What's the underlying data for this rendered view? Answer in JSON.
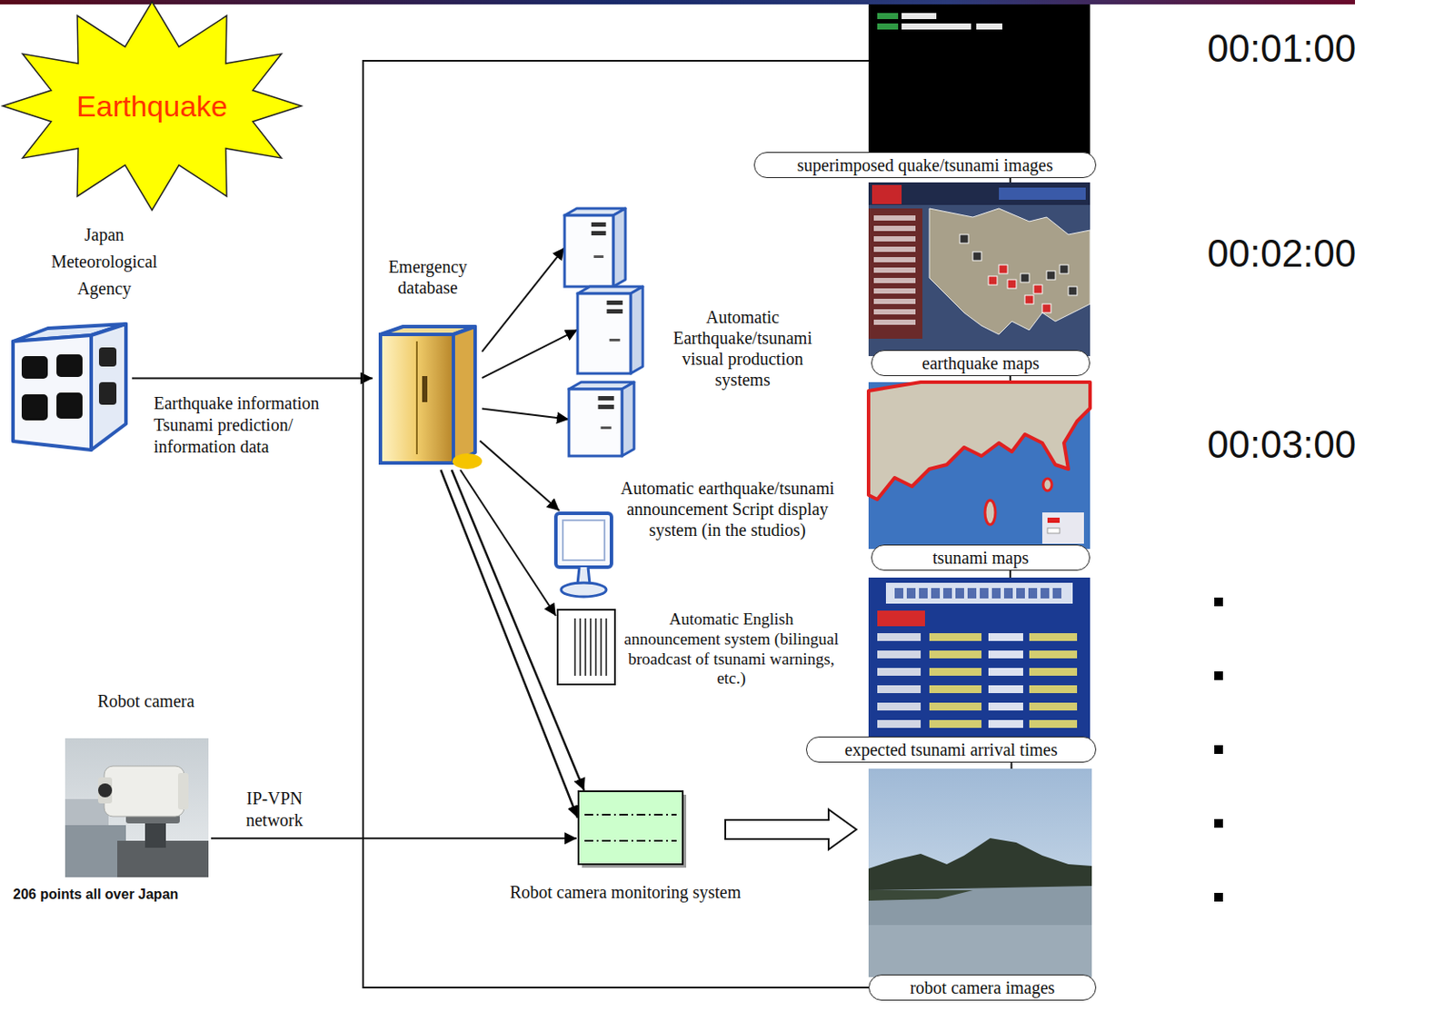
{
  "diagram": {
    "nodes": [
      {
        "text": [
          "Earthquake"
        ]
      },
      {
        "text": [
          "Japan Meteorological Agency"
        ]
      },
      {
        "text": [
          "Emergency database"
        ]
      },
      {
        "text": [
          "Automatic Earthquake/tsunami visual production systems"
        ]
      },
      {
        "text": [
          "Automatic earthquake/tsunami announcement Script display system (in the studios)"
        ]
      },
      {
        "text": [
          "Automatic English announcement system (bilingual broadcast of tsunami warnings, etc.)"
        ]
      },
      {
        "text": [
          "Robot camera",
          "206 points all over Japan"
        ]
      },
      {
        "text": [
          "Robot camera monitoring system"
        ]
      },
      {
        "text": [
          "superimposed quake/tsunami images"
        ]
      },
      {
        "text": [
          "earthquake maps"
        ]
      },
      {
        "text": [
          "tsunami maps"
        ]
      },
      {
        "text": [
          "expected tsunami arrival times"
        ]
      },
      {
        "text": [
          "robot camera images"
        ]
      }
    ],
    "edges": [
      {
        "from": 1,
        "to": 2,
        "arrow": "to",
        "label": "Earthquake information Tsunami prediction/ information data"
      },
      {
        "from": 2,
        "to": 3,
        "arrow": "to"
      },
      {
        "from": 2,
        "to": 3,
        "arrow": "to"
      },
      {
        "from": 2,
        "to": 3,
        "arrow": "to"
      },
      {
        "from": 2,
        "to": 4,
        "arrow": "to"
      },
      {
        "from": 2,
        "to": 5,
        "arrow": "to"
      },
      {
        "from": 2,
        "to": 7,
        "arrow": "to"
      },
      {
        "from": 2,
        "to": 7,
        "arrow": "to"
      },
      {
        "from": 6,
        "to": 7,
        "arrow": "to",
        "label": "IP-VPN network"
      },
      {
        "from": 7,
        "to": 12,
        "arrow": "to"
      },
      {
        "from": 8,
        "to": 12,
        "arrow": "none"
      },
      {
        "from": 8,
        "to": 9,
        "arrow": "none"
      },
      {
        "from": 9,
        "to": 10,
        "arrow": "none"
      },
      {
        "from": 10,
        "to": 11,
        "arrow": "none"
      },
      {
        "from": 11,
        "to": 12,
        "arrow": "none"
      }
    ],
    "labels": [
      "00:01:00",
      "00:02:00",
      "00:03:00"
    ]
  }
}
